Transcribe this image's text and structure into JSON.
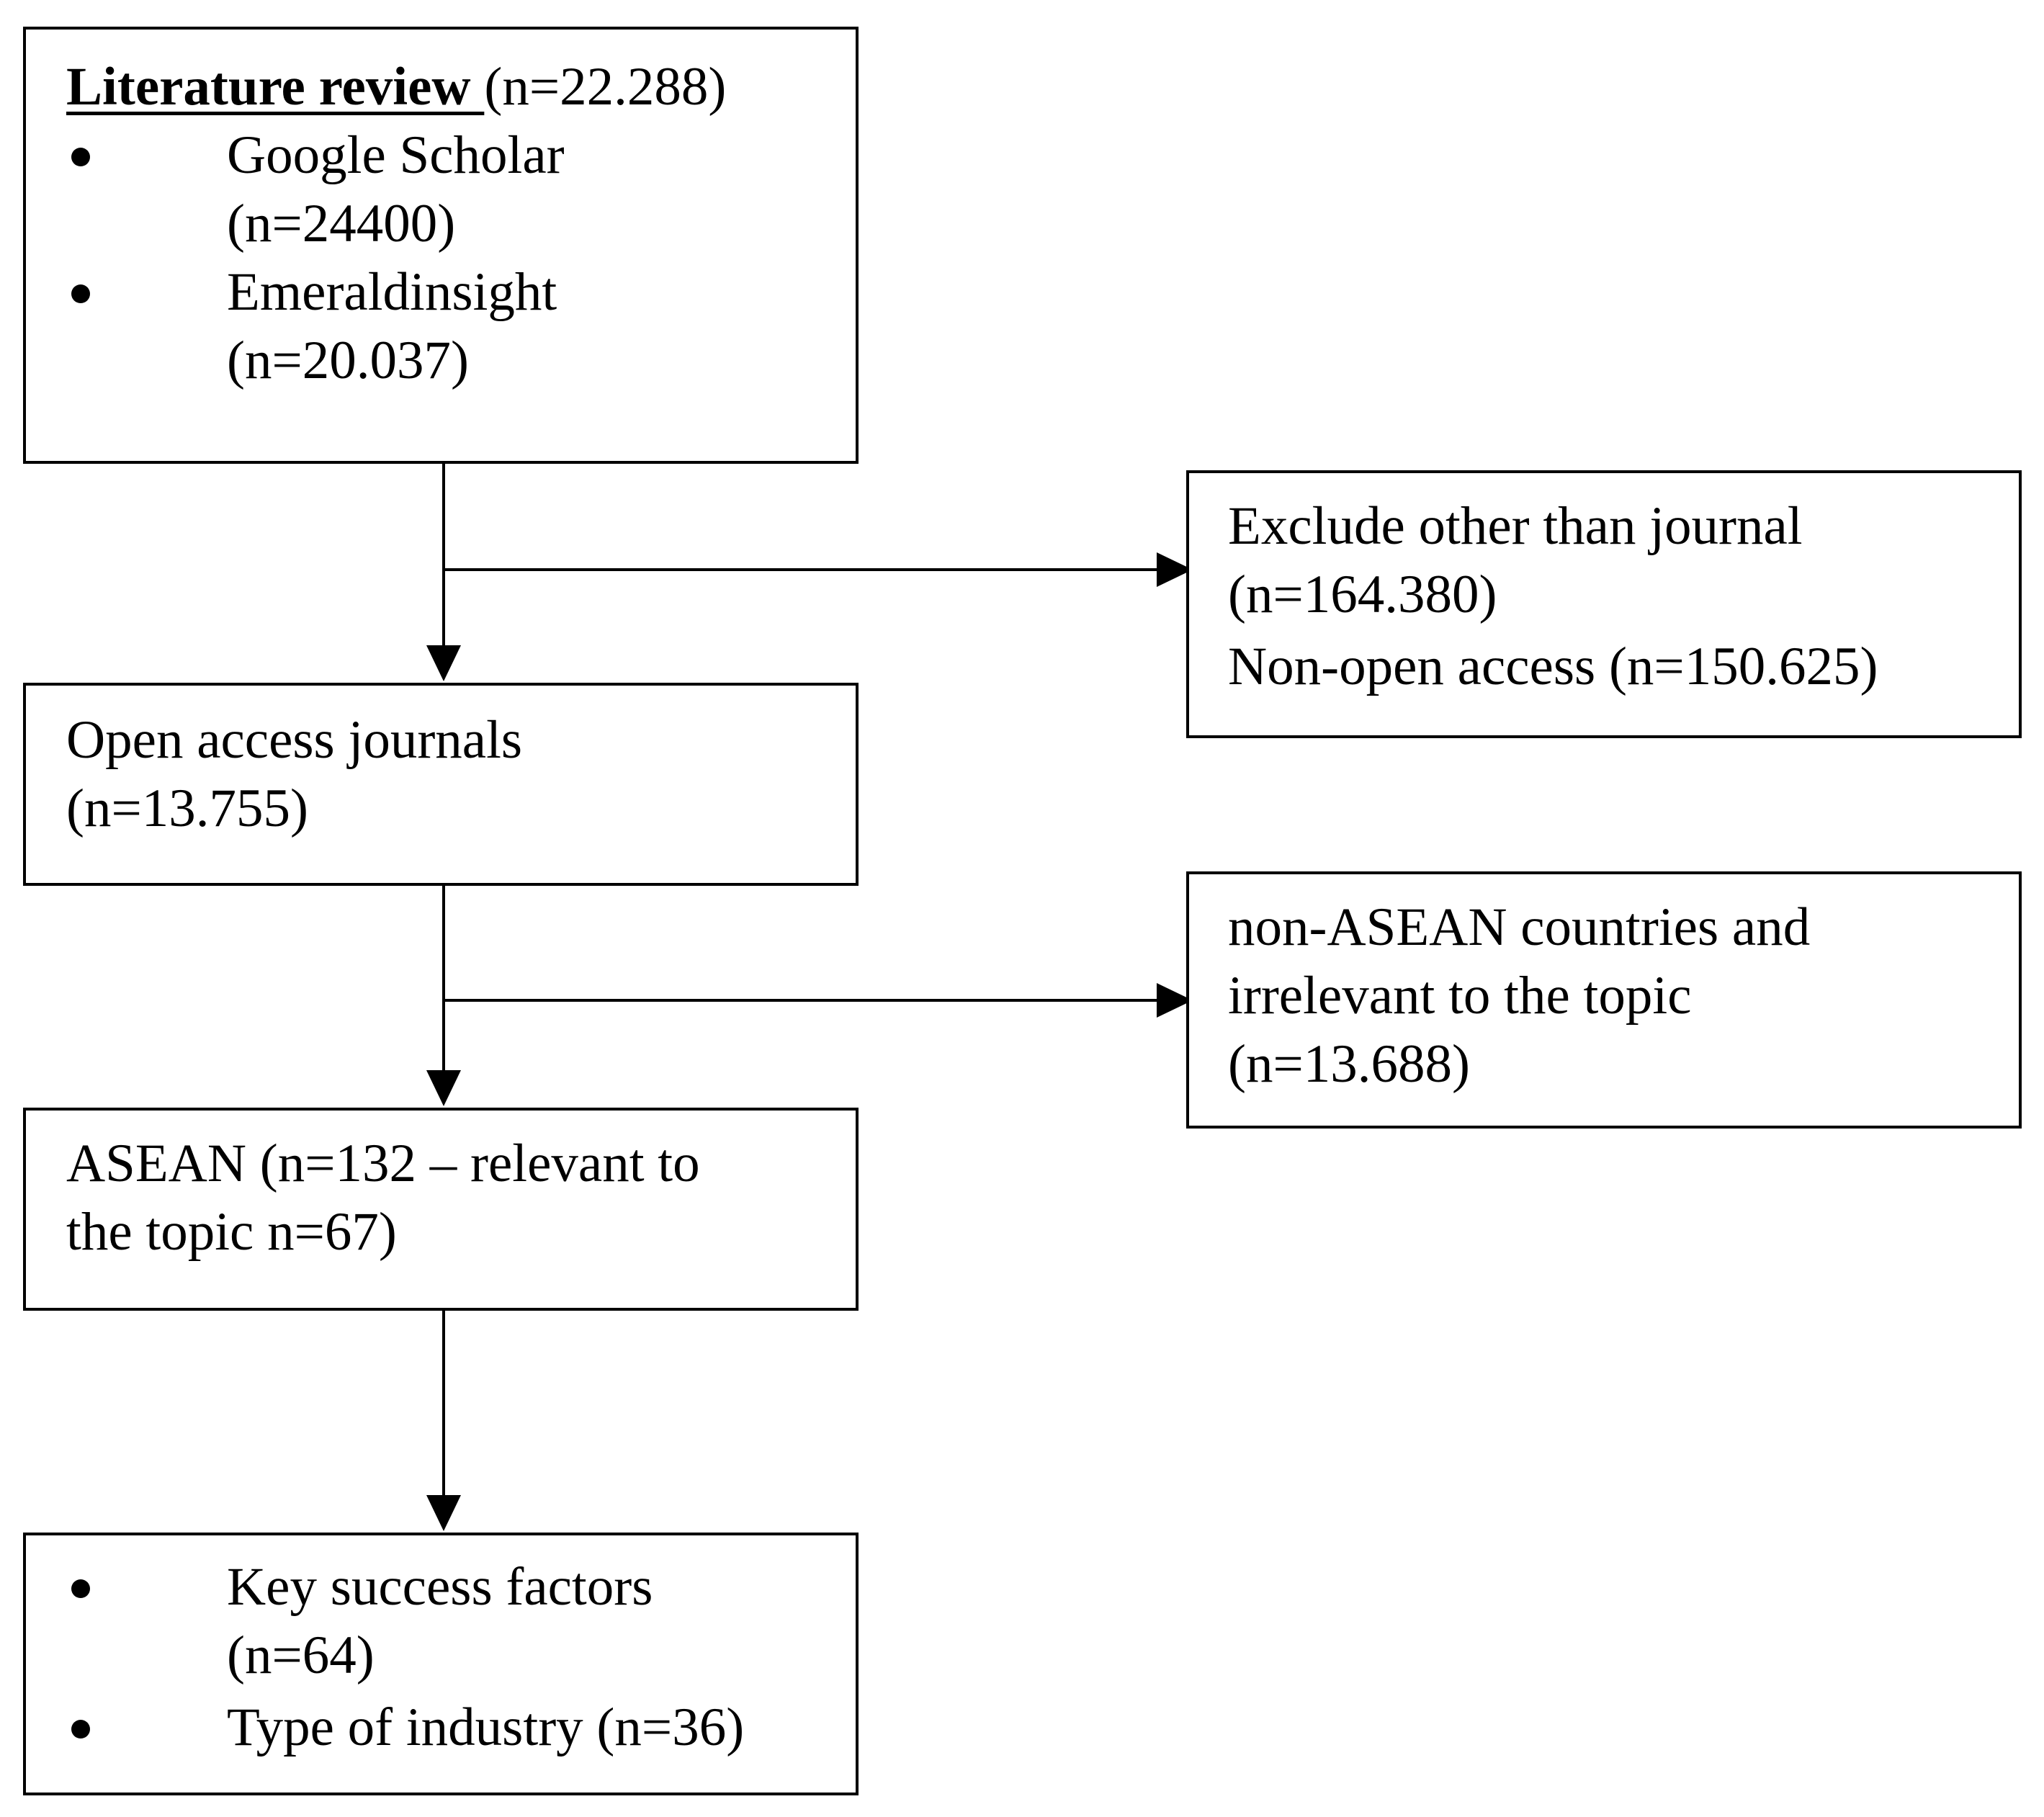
{
  "flowchart": {
    "literature_review": {
      "title": "Literature review ",
      "count": "(n=22.288)",
      "items": [
        {
          "name_line": "Google Scholar",
          "count_line": "(n=24400)"
        },
        {
          "name_line": "Emeraldinsight",
          "count_line": "(n=20.037)"
        }
      ]
    },
    "exclusion_1": {
      "lines": [
        "Exclude other than journal",
        "(n=164.380)",
        "Non-open access (n=150.625)"
      ]
    },
    "open_access": {
      "lines": [
        "Open access journals",
        "(n=13.755)"
      ]
    },
    "exclusion_2": {
      "lines": [
        "non-ASEAN countries and",
        "irrelevant to the topic",
        "(n=13.688)"
      ]
    },
    "asean": {
      "lines": [
        "ASEAN (n=132 – relevant to",
        "the topic n=67)"
      ]
    },
    "results": {
      "items": [
        {
          "name_line": "Key success factors",
          "count_line": "(n=64)"
        },
        {
          "name_line": "Type of industry (n=36)"
        }
      ]
    }
  }
}
